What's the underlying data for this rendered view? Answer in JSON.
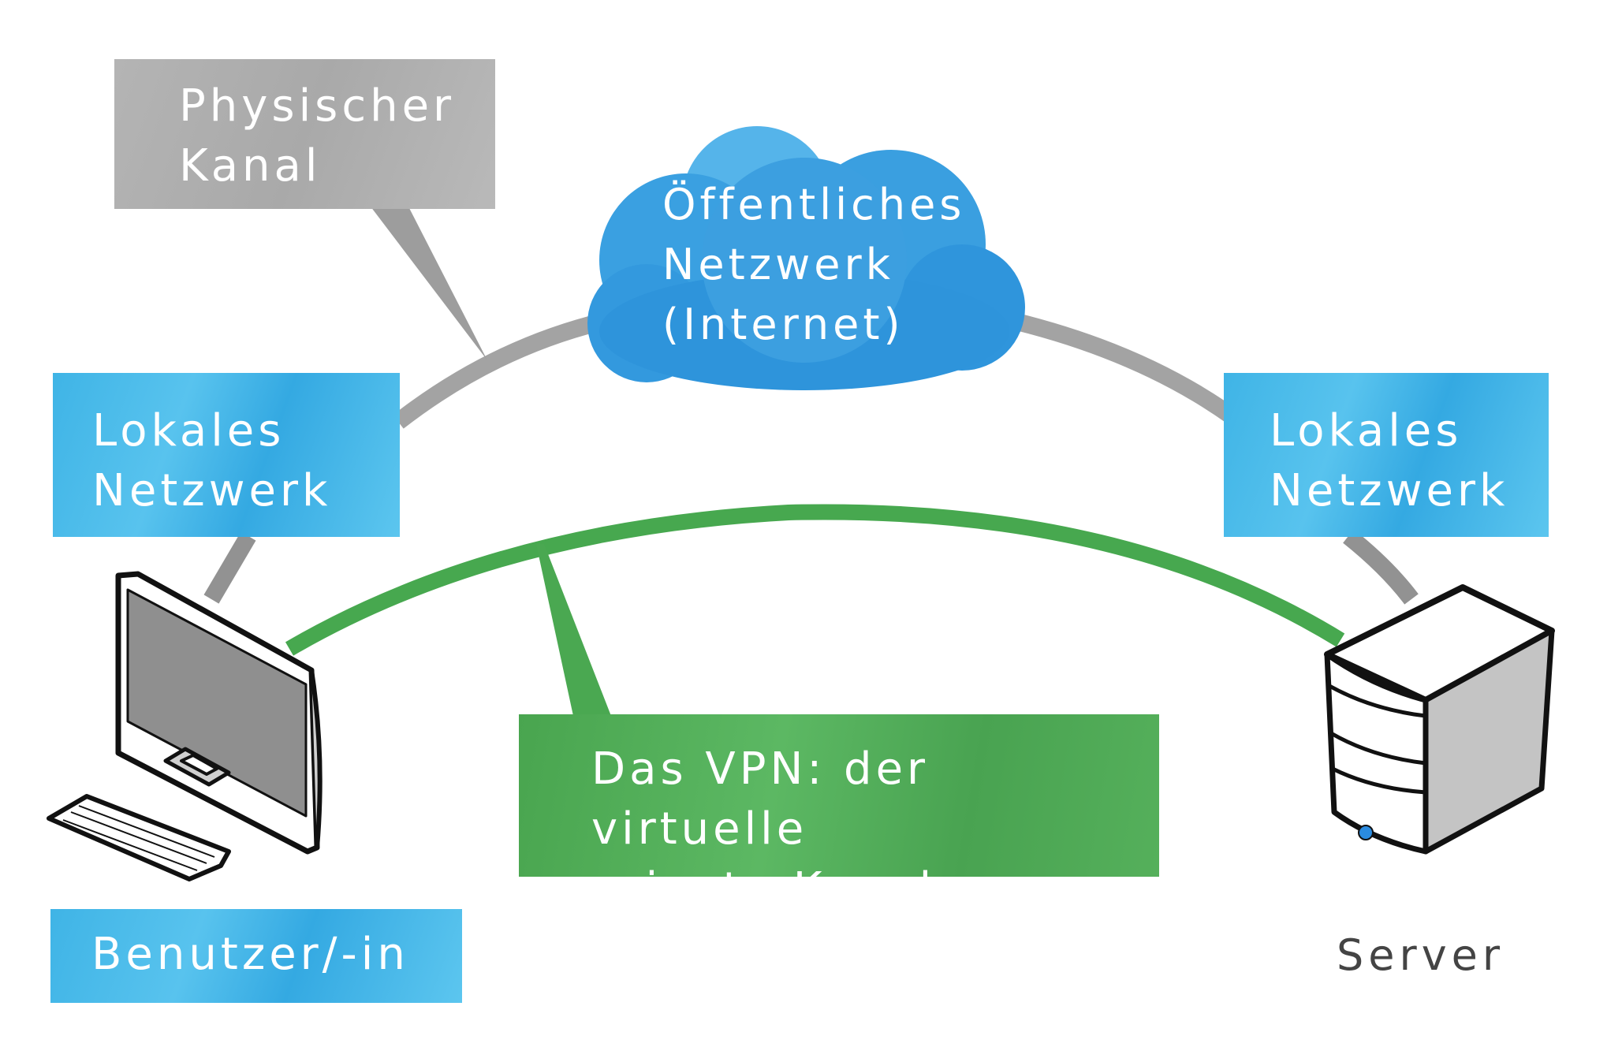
{
  "diagram": {
    "title": "VPN concept diagram",
    "nodes": {
      "physical_channel": {
        "label": "Physischer\nKanal",
        "color": "#b0b0b0"
      },
      "public_network": {
        "label": "Öffentliches\nNetzwerk\n(Internet)",
        "color": "#3a9fe0"
      },
      "local_network_left": {
        "label": "Lokales\nNetzwerk",
        "color": "#45b6e8"
      },
      "local_network_right": {
        "label": "Lokales\nNetzwerk",
        "color": "#4ec0ee"
      },
      "vpn_channel": {
        "label": "Das VPN: der virtuelle\nprivate Kanal",
        "color": "#50ad57"
      },
      "user": {
        "label": "Benutzer/-in",
        "color": "#45b6e8"
      },
      "server": {
        "label": "Server",
        "color": "#444444"
      }
    },
    "connections": [
      {
        "from": "user",
        "to": "local_network_left",
        "type": "physical",
        "color": "#9a9a9a"
      },
      {
        "from": "local_network_left",
        "to": "public_network",
        "type": "physical",
        "color": "#a0a0a0"
      },
      {
        "from": "public_network",
        "to": "local_network_right",
        "type": "physical",
        "color": "#a0a0a0"
      },
      {
        "from": "local_network_right",
        "to": "server",
        "type": "physical",
        "color": "#9a9a9a"
      },
      {
        "from": "user",
        "to": "server",
        "type": "vpn-tunnel",
        "color": "#3f9e47"
      }
    ],
    "colors": {
      "accent_blue": "#45b6e8",
      "cloud_blue": "#3a9fe0",
      "vpn_green": "#4caa53",
      "physical_gray": "#a5a5a5",
      "server_led": "#2a8be0",
      "outline": "#111111"
    }
  }
}
